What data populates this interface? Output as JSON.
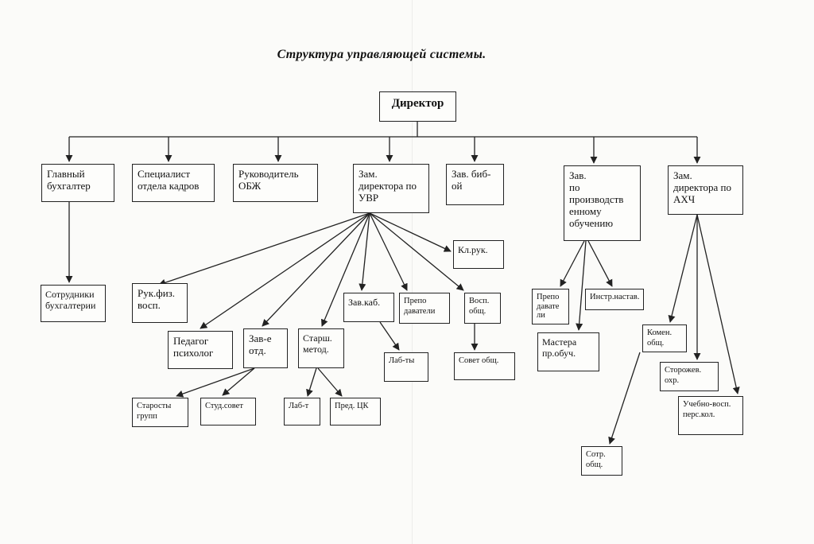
{
  "title": "Структура  управляющей  системы.",
  "nodes": {
    "director": "Директор",
    "chief_accountant": "Главный\nбухгалтер",
    "hr_specialist": "Специалист\nотдела кадров",
    "obzh_head": "Руководитель\nОБЖ",
    "deputy_uvr": "Зам.\nдиректора по\nУВР",
    "library_head": "Зав. биб-\nой",
    "industrial_training_head": "Зав.\n                по\nпроизводств\nенному\nобучению",
    "deputy_ahch": "Зам.\nдиректора по\nАХЧ",
    "accounting_staff": "Сотрудники\nбухгалтерии",
    "pe_head": "Рук.физ.\nвосп.",
    "class_heads": "Кл.рук.",
    "psychologist": "Педагог\nпсихолог",
    "dept_heads": "Зав-е\nотд.",
    "senior_methodist": "Старш.\nметод.",
    "cabinet_head": "Зав.каб.",
    "teachers": "Препо\nдаватели",
    "dorm_educator": "Восп.\nобщ.",
    "group_heads": "Старосты\nгрупп",
    "student_council": "Студ.совет",
    "lab_t": "Лаб-т",
    "cc_chair": "Пред. ЦК",
    "labs": "Лаб-ты",
    "dorm_council": "Совет общ.",
    "training_teachers": "Препо\nдавате\nли",
    "instructors": "Инстр.настав.",
    "masters": "Мастера\nпр.обуч.",
    "commandant": "Комен.\nобщ.",
    "guards": "Сторожев.\nохр.",
    "support_staff": "Учебно-восп.\nперс.кол.",
    "dorm_staff": "Сотр.\nобщ."
  }
}
